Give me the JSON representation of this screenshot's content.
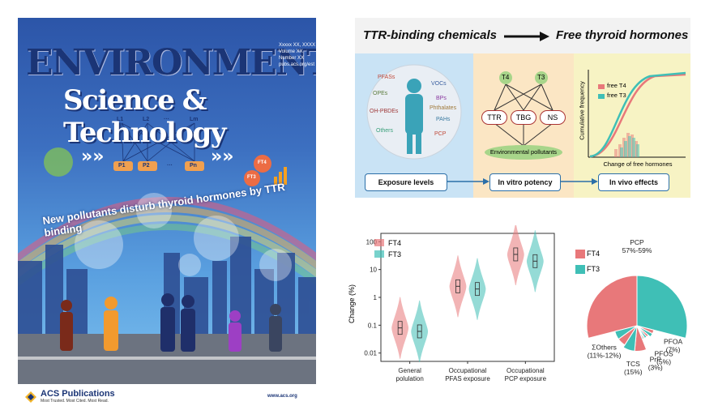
{
  "cover": {
    "journal_title_1": "ENVIRONMENTAL",
    "journal_title_2": "Science & Technology",
    "issue_lines": [
      "Xxxxx XX, XXXX",
      "Volume XX",
      "Number XX",
      "pubs.acs.org/est"
    ],
    "headline": "New pollutants disturb thyroid hormones by TTR binding",
    "network_top": [
      "L1",
      "L2",
      "···",
      "Lm"
    ],
    "network_bottom": [
      "P1",
      "P2",
      "···",
      "Pn"
    ],
    "ft_labels": [
      "FT4",
      "FT3"
    ],
    "publisher": "ACS Publications",
    "tagline": "Most Trusted. Most Cited. Most Read.",
    "url": "www.acs.org"
  },
  "abstract": {
    "title_left": "TTR-binding chemicals",
    "title_right": "Free thyroid hormones",
    "cloud_words": [
      "PFASs",
      "VOCs",
      "OPEs",
      "BPs",
      "OH-PBDEs",
      "PAHs",
      "Phthalates",
      "Others",
      "PCP"
    ],
    "hormones": [
      "T4",
      "T3"
    ],
    "proteins": [
      "TTR",
      "TBG",
      "NS"
    ],
    "pollutants_label": "Environmental pollutants",
    "stages": [
      "Exposure levels",
      "In vitro potency",
      "In vivo effects"
    ],
    "cdf_legend": [
      "free T4",
      "free T3"
    ],
    "cdf_ylabel": "Cumulative frequency",
    "cdf_xlabel": "Change of free hormones"
  },
  "colors": {
    "ft4": "#e8787a",
    "ft3": "#3fbfb6",
    "stage_border": "#2b6fa8",
    "cover_blue": "#1b3576"
  },
  "violin": {
    "legend": [
      "FT4",
      "FT3"
    ],
    "ylabel": "Change (%)",
    "yticks": [
      "100",
      "10",
      "1",
      "0.1",
      "0.01"
    ],
    "groups": [
      {
        "label": [
          "General",
          "polulation"
        ],
        "ft4": 0.08,
        "ft3": 0.06
      },
      {
        "label": [
          "Occupational",
          "PFAS exposure"
        ],
        "ft4": 2.5,
        "ft3": 2.0
      },
      {
        "label": [
          "Occupational",
          "PCP exposure"
        ],
        "ft4": 35,
        "ft3": 20
      }
    ]
  },
  "chart_data": {
    "type": "pie",
    "legend": [
      "FT4",
      "FT3"
    ],
    "slices": [
      {
        "label": "PCP",
        "sub": "57%-59%",
        "share": 58
      },
      {
        "label": "PFOA",
        "sub": "(7%)",
        "share": 7
      },
      {
        "label": "PFOS",
        "sub": "(5%)",
        "share": 5
      },
      {
        "label": "PrP",
        "sub": "(3%)",
        "share": 3
      },
      {
        "label": "TCS",
        "sub": "(15%)",
        "share": 15
      },
      {
        "label": "ΣOthers",
        "sub": "(11%-12%)",
        "share": 12
      }
    ]
  }
}
